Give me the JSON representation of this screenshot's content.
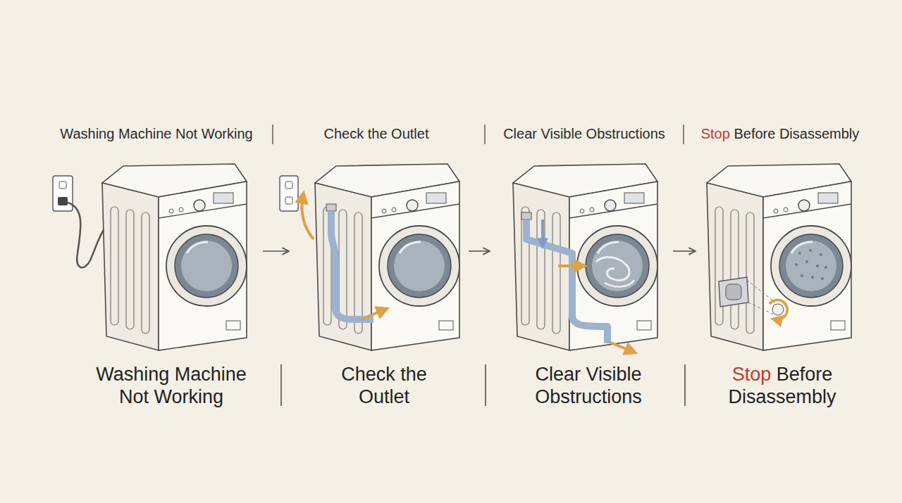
{
  "diagram": {
    "nodes": [
      {
        "text": [
          "Washing Machine Not Working",
          "Washing Machine Not Working"
        ]
      },
      {
        "text": [
          "Check the Outlet",
          "Check the Outlet"
        ]
      },
      {
        "text": [
          "Clear Visible Obstructions",
          "Clear Visible Obstructions"
        ]
      },
      {
        "text": [
          "Stop Before Disassembly",
          "Stop Before Disassembly"
        ]
      }
    ],
    "edges": [
      {
        "from": 0,
        "to": 1,
        "arrow": "to"
      },
      {
        "from": 1,
        "to": 2,
        "arrow": "to"
      },
      {
        "from": 2,
        "to": 3,
        "arrow": "to"
      }
    ]
  }
}
